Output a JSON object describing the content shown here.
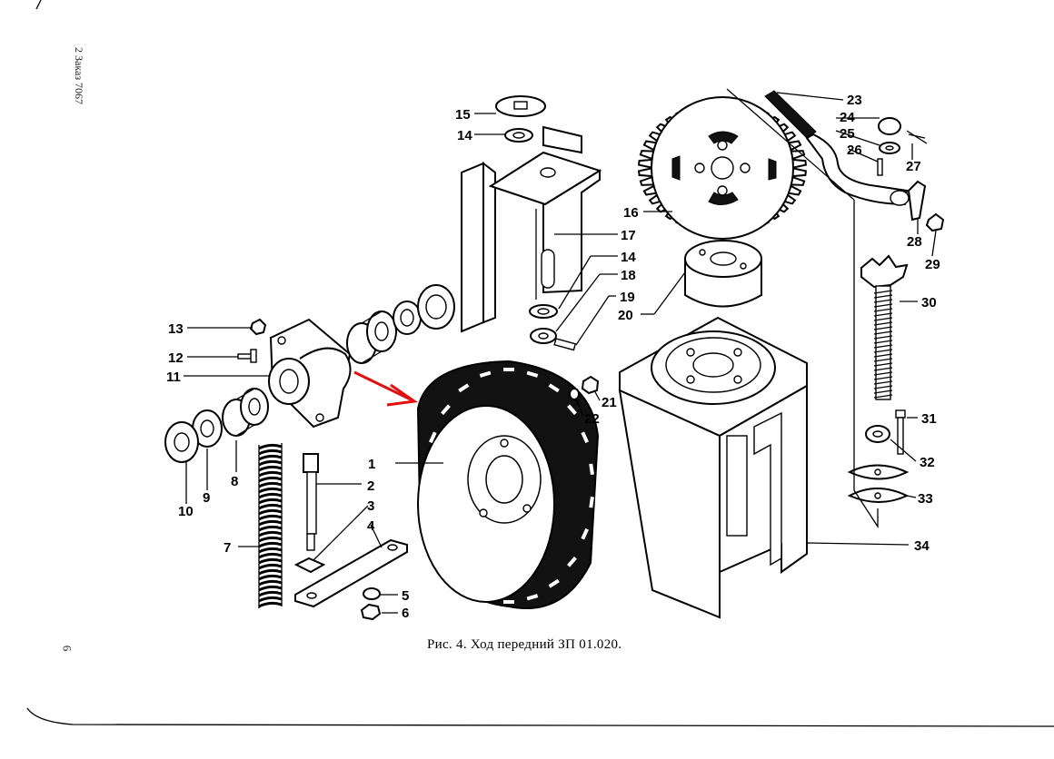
{
  "caption": "Рис. 4. Ход передний ЗП 01.020.",
  "margin_note": "2 Заказ 7067",
  "page_number": "6",
  "accent_color": "#e01010",
  "callouts": [
    "1",
    "2",
    "3",
    "4",
    "5",
    "6",
    "7",
    "8",
    "9",
    "10",
    "11",
    "12",
    "13",
    "14",
    "15",
    "16",
    "17",
    "14",
    "18",
    "19",
    "20",
    "21",
    "22",
    "23",
    "24",
    "25",
    "26",
    "27",
    "28",
    "29",
    "30",
    "31",
    "32",
    "33",
    "34"
  ]
}
